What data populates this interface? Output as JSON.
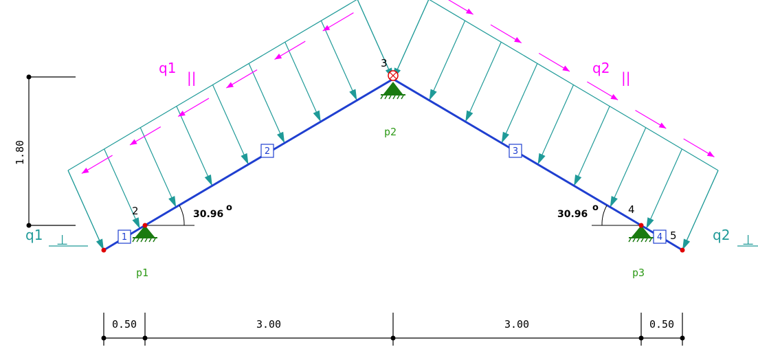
{
  "loads": {
    "q1_parallel": {
      "base": "q1",
      "suffix": "||"
    },
    "q2_parallel": {
      "base": "q2",
      "suffix": "||"
    },
    "q1_perpendicular": {
      "base": "q1",
      "suffix": "⊥"
    },
    "q2_perpendicular": {
      "base": "q2",
      "suffix": "⊥"
    }
  },
  "supports": [
    "p1",
    "p2",
    "p3"
  ],
  "bars": [
    "1",
    "2",
    "3",
    "4"
  ],
  "nodes": [
    "2",
    "3",
    "4",
    "5"
  ],
  "angles": {
    "left": {
      "value": "30.96",
      "unit": "o"
    },
    "right": {
      "value": "30.96",
      "unit": "o"
    }
  },
  "dimensions": {
    "height": "1.80",
    "bottom": [
      "0.50",
      "3.00",
      "3.00",
      "0.50"
    ]
  },
  "colors": {
    "beam": "#1f3fd0",
    "load_perpendicular": "#1f9a98",
    "load_parallel": "#ff00ff",
    "support": "#1a7a10",
    "support_label": "#2e9a18",
    "node_dot": "#e00000",
    "dimension": "#000000"
  }
}
